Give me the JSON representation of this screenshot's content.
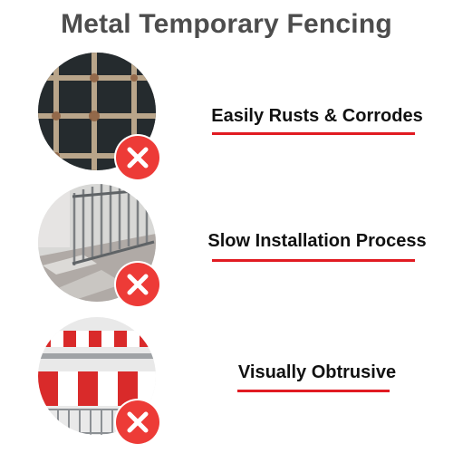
{
  "title": "Metal Temporary Fencing",
  "items": [
    {
      "label": "Easily Rusts & Corrodes",
      "icon": "rusted-grid-photo"
    },
    {
      "label": "Slow Installation Process",
      "icon": "fence-panels-photo"
    },
    {
      "label": "Visually Obtrusive",
      "icon": "red-white-barrier-photo"
    }
  ],
  "colors": {
    "title": "#4d4d4d",
    "label": "#111111",
    "accent": "#e11b22",
    "x_badge": "#ed3b37"
  }
}
